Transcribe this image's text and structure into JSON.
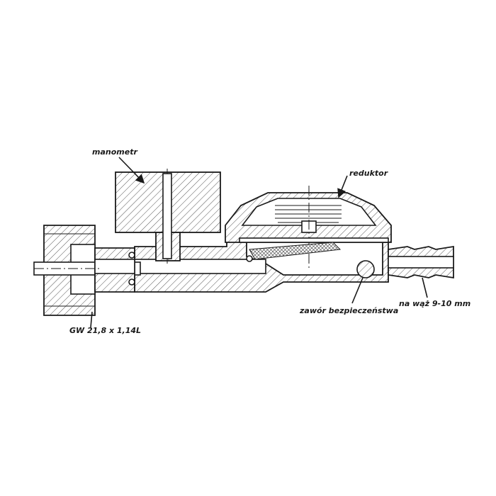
{
  "labels": {
    "manometer": "manometr",
    "reducer": "reduktor",
    "thread": "GW 21,8 x 1,14L",
    "safety_valve": "zawór bezpieczeństwa",
    "hose": "na wąż 9-10 mm"
  },
  "colors": {
    "ink": "#1a1a1a",
    "background": "#ffffff"
  }
}
